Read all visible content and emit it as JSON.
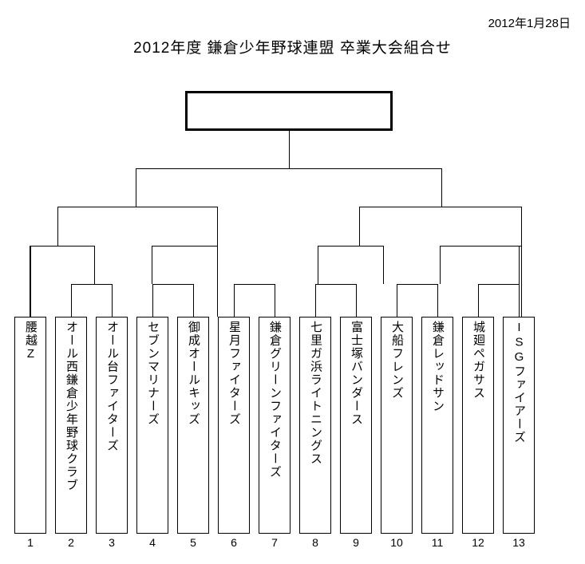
{
  "header": {
    "date": "2012年1月28日",
    "title": "2012年度 鎌倉少年野球連盟 卒業大会組合せ"
  },
  "champion": {
    "label": ""
  },
  "bracket": {
    "teams": [
      {
        "seed": "1",
        "name": "腰越Z"
      },
      {
        "seed": "2",
        "name": "オール西鎌倉少年野球クラブ"
      },
      {
        "seed": "3",
        "name": "オール台ファイターズ"
      },
      {
        "seed": "4",
        "name": "セブンマリナーズ"
      },
      {
        "seed": "5",
        "name": "御成オールキッズ"
      },
      {
        "seed": "6",
        "name": "星月ファイターズ"
      },
      {
        "seed": "7",
        "name": "鎌倉グリーンファイターズ"
      },
      {
        "seed": "8",
        "name": "七里ガ浜ライトニングス"
      },
      {
        "seed": "9",
        "name": "富士塚バンダース"
      },
      {
        "seed": "10",
        "name": "大船フレンズ"
      },
      {
        "seed": "11",
        "name": "鎌倉レッドサン"
      },
      {
        "seed": "12",
        "name": "城廻ペガサス"
      },
      {
        "seed": "13",
        "name": "ISGファイアーズ"
      }
    ]
  },
  "style": {
    "line_color": "#000000",
    "background": "#ffffff"
  }
}
